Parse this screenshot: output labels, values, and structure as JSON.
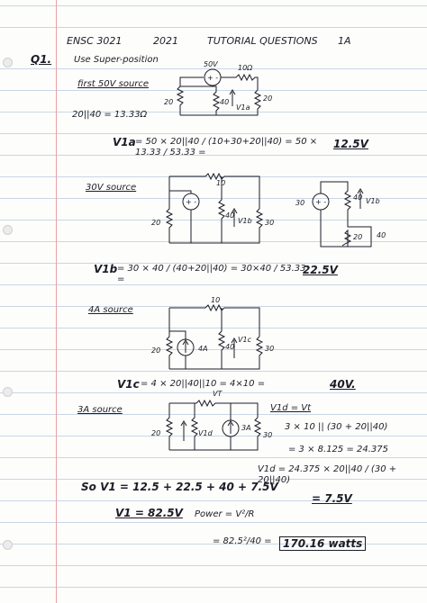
{
  "header": {
    "course": "ENSC 3021",
    "year": "2021",
    "title": "TUTORIAL QUESTIONS",
    "set": "1A"
  },
  "q1": {
    "label": "Q1.",
    "instruction": "Use Super-position",
    "first_heading": "first 50V source",
    "first_parallel": "20||40 = 13.33Ω",
    "v1a_lhs": "V1a",
    "v1a_eq": "= 50 × 20||40 / (10+30+20||40) = 50 × 13.33 / 53.33 =",
    "v1a_result": "12.5V",
    "src30_heading": "30V source",
    "v1b_lhs": "V1b",
    "v1b_eq": "= 30 × 40 / (40+20||40) = 30×40 / 53.33 =",
    "v1b_result": "22.5V",
    "src4a_heading": "4A source",
    "v1c_lhs": "V1c",
    "v1c_eq": "= 4 × 20||40||10 = 4×10 =",
    "v1c_result": "40V.",
    "src3a_heading": "3A source",
    "v1d_side_1": "V1d = Vt",
    "v1d_side_2": "3 × 10 || (30 + 20||40)",
    "v1d_side_3": "= 3 × 8.125 = 24.375",
    "v1d_side_4": "V1d = 24.375 × 20||40 / (30 + 20||40)",
    "v1d_result": "= 7.5V",
    "sum_line": "So V1 = 12.5 + 22.5 + 40 + 7.5V",
    "v1_final": "V1 = 82.5V",
    "power_label": "Power = V²/R",
    "power_calc": "= 82.5²/40 =",
    "power_result": "170.16 watts"
  },
  "circuit_labels": {
    "v50": "50V",
    "v30": "30",
    "i4a": "4A",
    "i3a": "3A",
    "r10": "10",
    "r10_top": "10Ω",
    "r20": "20",
    "r40": "40",
    "r30": "30",
    "v1a": "V1a",
    "v1b": "V1b",
    "v1c": "V1c",
    "v1d": "V1d",
    "vt": "VT",
    "r40_side": "40"
  }
}
